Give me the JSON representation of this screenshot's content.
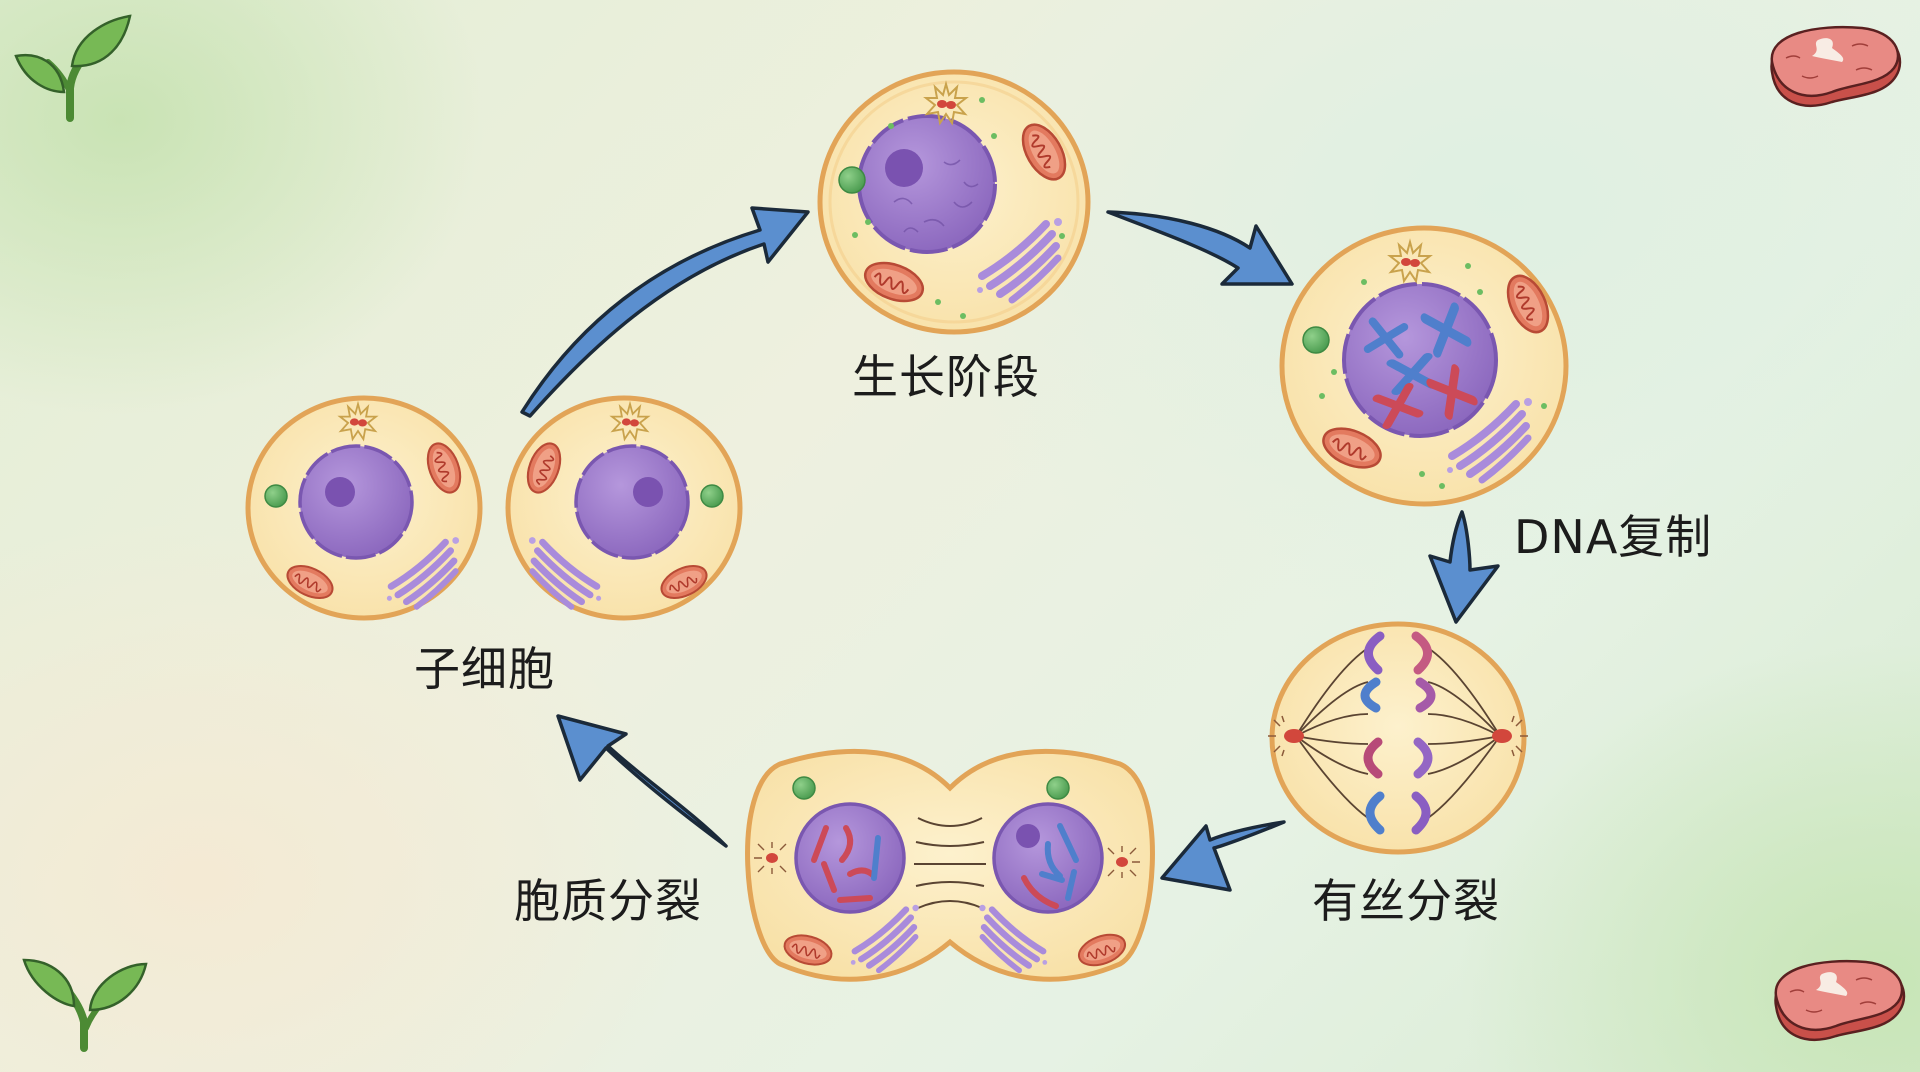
{
  "diagram": {
    "type": "cycle",
    "subject": "cell cycle",
    "stages": [
      {
        "id": "growth",
        "label": "生长阶段",
        "cell": "interphase cell with nucleus, nucleolus, mitochondria, Golgi, centrosome"
      },
      {
        "id": "dna_replication",
        "label": "DNA复制",
        "cell": "cell with condensed X-shaped chromosomes inside nucleus"
      },
      {
        "id": "mitosis",
        "label": "有丝分裂",
        "cell": "anaphase cell with spindle fibers and separating chromatids"
      },
      {
        "id": "cytokinesis",
        "label": "胞质分裂",
        "cell": "dumbbell-shaped cell pinching into two"
      },
      {
        "id": "daughter_cells",
        "label": "子细胞",
        "cell": "two identical daughter cells"
      }
    ],
    "edges": [
      {
        "from": "daughter_cells",
        "to": "growth"
      },
      {
        "from": "growth",
        "to": "dna_replication"
      },
      {
        "from": "dna_replication",
        "to": "mitosis"
      },
      {
        "from": "mitosis",
        "to": "cytokinesis"
      },
      {
        "from": "cytokinesis",
        "to": "daughter_cells"
      }
    ]
  },
  "labels": {
    "growth": "生长阶段",
    "dna": "DNA复制",
    "mitosis": "有丝分裂",
    "cytokinesis": "胞质分裂",
    "daughter": "子细胞"
  },
  "decorations": {
    "top_left": "sprout-icon",
    "top_right": "steak-icon",
    "bottom_left": "sprout-icon",
    "bottom_right": "steak-icon"
  },
  "colors": {
    "arrow_fill": "#5b8fcf",
    "arrow_stroke": "#1b2a3a",
    "cytoplasm": "#fbe9b8",
    "membrane": "#e4a55a",
    "nucleus": "#9b79c8",
    "nucleolus": "#7b52b0",
    "mitochondria": "#e2745a",
    "golgi": "#a98bdb",
    "vesicle": "#5fae5f",
    "chromosome_blue": "#4f7fcc",
    "chromosome_red": "#cc4a58",
    "leaf": "#6fb24e",
    "steak": "#e0837c"
  }
}
